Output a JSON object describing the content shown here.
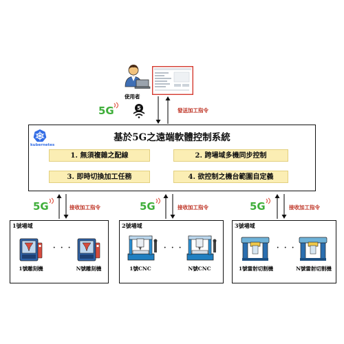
{
  "user": {
    "label": "使用者"
  },
  "tag_5g": "5G",
  "send_command": "發送加工指令",
  "receive_command": "接收加工指令",
  "system": {
    "title": "基於5G之遠端軟體控制系統",
    "kubernetes_label": "kubernetes",
    "features": [
      "1. 無須複雜之配線",
      "2. 跨場域多機同步控制",
      "3. 即時切換加工任務",
      "4. 欲控制之機台範圍自定義"
    ]
  },
  "zones": [
    {
      "title": "1號場域",
      "machine_1": "1號雕刻機",
      "machine_n": "N號雕刻機"
    },
    {
      "title": "2號場域",
      "machine_1": "1號CNC",
      "machine_n": "N號CNC"
    },
    {
      "title": "3號場域",
      "machine_1": "1號雷射切割機",
      "machine_n": "N號雷射切割機"
    }
  ],
  "ellipsis": "· · ·",
  "colors": {
    "green_5g": "#3fae3a",
    "red_command": "#c0392b",
    "feature_fill": "#fbeeb4",
    "kubernetes_blue": "#326ce5"
  }
}
